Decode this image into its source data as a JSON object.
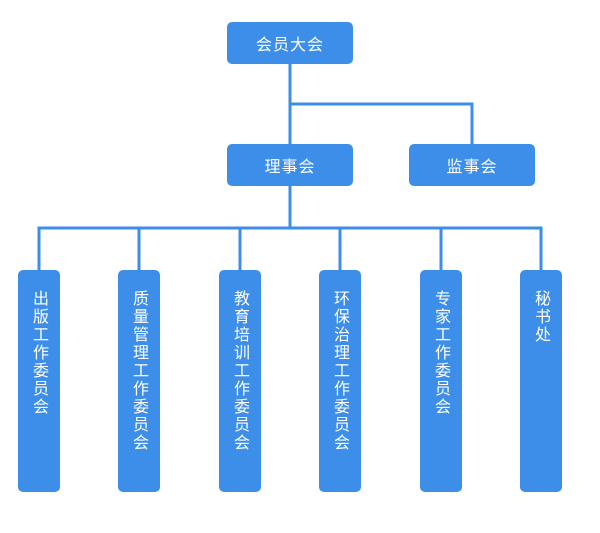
{
  "nodes": {
    "general_assembly": "会员大会",
    "council": "理事会",
    "supervisory_board": "监事会",
    "committees": [
      "出版工作委员会",
      "质量管理工作委员会",
      "教育培训工作委员会",
      "环保治理工作委员会",
      "专家工作委员会",
      "秘书处"
    ]
  },
  "colors": {
    "node_fill": "#3d8ee8",
    "connector": "#3d8ee8",
    "text": "#ffffff",
    "background": "#ffffff"
  }
}
